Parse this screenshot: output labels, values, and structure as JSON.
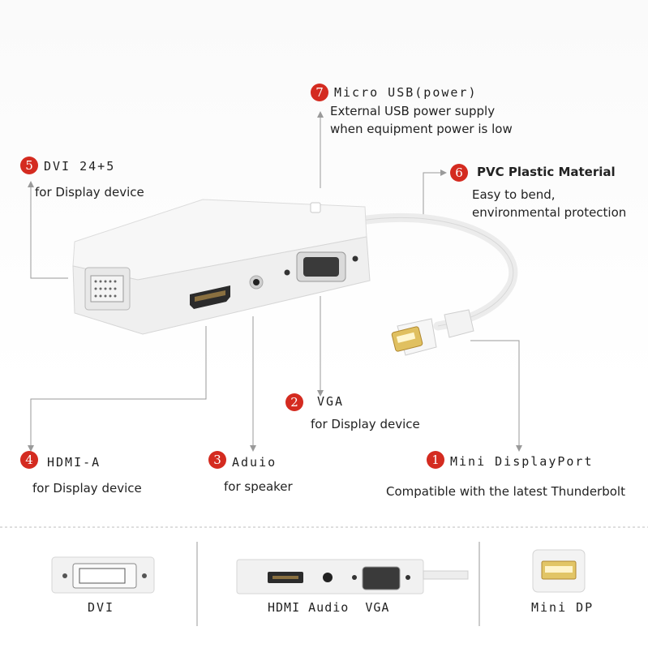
{
  "callouts": {
    "c1": {
      "num": "1",
      "title": "Mini DisplayPort",
      "desc": "Compatible with the latest Thunderbolt"
    },
    "c2": {
      "num": "2",
      "title": "VGA",
      "desc": "for Display device"
    },
    "c3": {
      "num": "3",
      "title": "Aduio",
      "desc": "for speaker"
    },
    "c4": {
      "num": "4",
      "title": "HDMI-A",
      "desc": "for Display device"
    },
    "c5": {
      "num": "5",
      "title": "DVI 24+5",
      "desc": "for Display device"
    },
    "c6": {
      "num": "6",
      "title": "PVC Plastic Material",
      "desc1": "Easy to bend,",
      "desc2": "environmental protection"
    },
    "c7": {
      "num": "7",
      "title": "Micro USB(power)",
      "desc1": "External USB power supply",
      "desc2": "when equipment power is low"
    }
  },
  "thumbnails": {
    "dvi": "DVI",
    "middle": "HDMI Audio  VGA",
    "minidp": "Mini DP"
  },
  "colors": {
    "badge": "#d42b20",
    "leader": "#9a9a9a",
    "device": "#f1f1f1"
  }
}
